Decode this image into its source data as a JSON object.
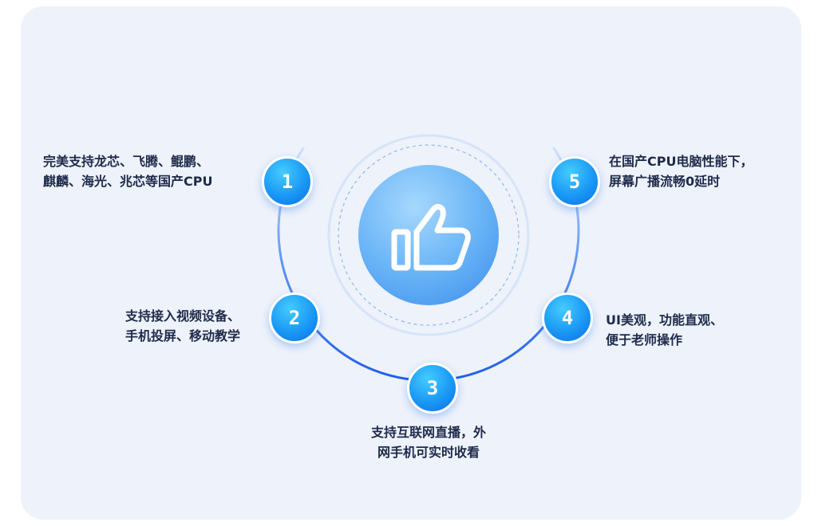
{
  "diagram": {
    "steps": [
      {
        "number": "1",
        "lines": [
          "完美支持龙芯、飞腾、鲲鹏、",
          "麒麟、海光、兆芯等国产CPU"
        ]
      },
      {
        "number": "2",
        "lines": [
          "支持接入视频设备、",
          "手机投屏、移动教学"
        ]
      },
      {
        "number": "3",
        "lines": [
          "支持互联网直播，外",
          "网手机可实时收看"
        ]
      },
      {
        "number": "4",
        "lines": [
          "UI美观，功能直观、",
          "便于老师操作"
        ]
      },
      {
        "number": "5",
        "lines": [
          "在国产CPU电脑性能下，",
          "屏幕广播流畅0延时"
        ]
      }
    ],
    "center_icon": "thumbs-up-icon",
    "colors": {
      "panel": "#eef2fb",
      "node": "#1a98f5",
      "arc": "#2d6ff0",
      "center": "#66b4f6",
      "text": "#1e2a4a"
    }
  }
}
